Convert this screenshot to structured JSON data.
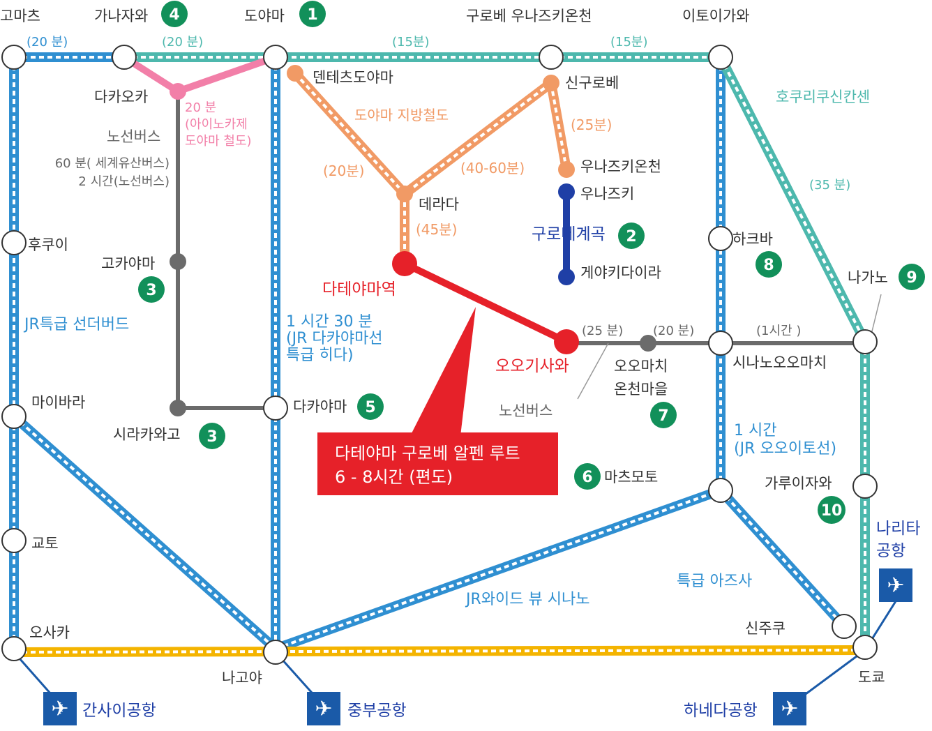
{
  "colors": {
    "jr_blue": "#2f8fd1",
    "teal": "#4db8ad",
    "pink": "#f27fa8",
    "gray": "#6b6b6b",
    "orange": "#f19a65",
    "red": "#e62129",
    "navy": "#1f3fa6",
    "gold": "#f4b400",
    "badge_green": "#12905a",
    "navy_box": "#1a5aa8"
  },
  "stations": {
    "komatsu": "고마츠",
    "kanazawa": "가나자와",
    "toyama": "도야마",
    "kurobe_unazuki_onsen": "구로베 우나즈키온천",
    "itoigawa": "이토이가와",
    "takaoka": "다카오카",
    "dentetsu_toyama": "덴테츠도야마",
    "shinkurobe": "신구로베",
    "unazuki_onsen": "우나즈키온천",
    "unazuki": "우나즈키",
    "kurobe_gorge": "구로베계곡",
    "keyakidaira": "게야키다이라",
    "terada": "데라다",
    "tateyama_st": "다테야마역",
    "fukui": "후쿠이",
    "gokayama": "고카야마",
    "hakuba": "하크바",
    "nagano": "나가노",
    "omachi_onsen_line1": "오오마치",
    "omachi_onsen_line2": "온천마을",
    "shinano_omachi": "시나노오오마치",
    "ogizawa": "오오기사와",
    "maibara": "마이바라",
    "shirakawago": "시라카와고",
    "takayama": "다카야마",
    "matsumoto": "마츠모토",
    "karuizawa": "가루이자와",
    "kyoto": "교토",
    "osaka": "오사카",
    "nagoya": "나고야",
    "shinjuku": "신주쿠",
    "tokyo": "도쿄"
  },
  "lines": {
    "toyama_chiho": "도야마 지방철도",
    "hokuriku_shinkansen": "호쿠리쿠신칸센",
    "jr_thunderbird": "JR특급 선더버드",
    "jr_wideview_shinano": "JR와이드 뷰 시나노",
    "azusa": "특급 아즈사",
    "bus_label": "노선버스",
    "bus_route_label": "노선버스"
  },
  "times": {
    "t_komatsu_kanazawa": "(20 분)",
    "t_kanazawa_toyama": "(20 분)",
    "t_toyama_kurobe": "(15분)",
    "t_kurobe_itoigawa": "(15분)",
    "t_takaoka_line1": "20 분",
    "t_takaoka_line2": "(아이노카제",
    "t_takaoka_line3": "도야마  철도)",
    "t_bus_line1": "60 분( 세계유산버스)",
    "t_bus_line2": "2 시간(노선버스)",
    "t_shinkurobe_unazuki": "(25분)",
    "t_dentetsu_terada": "(20분)",
    "t_shinkurobe_terada": "(40-60분)",
    "t_terada_tateyama": "(45분)",
    "t_itoigawa_nagano": "(35 분)",
    "t_takayama_line1": "1 시간 30 분",
    "t_takayama_line2": "(JR 다카야마선",
    "t_takayama_line3": "특급 히다)",
    "t_ogizawa_omachi": "(25 분)",
    "t_omachi_shinano": "(20 분)",
    "t_shinano_nagano": "(1시간 )",
    "t_matsumoto_line1": "1 시간",
    "t_matsumoto_line2": "(JR 오오이토선)"
  },
  "route_box": {
    "line1": "다테야마 구로베 알펜 루트",
    "line2": "6 - 8시간  (편도)"
  },
  "badges": {
    "toyama": "1",
    "kurobe": "2",
    "gokayama": "3",
    "shirakawago": "3",
    "kanazawa": "4",
    "takayama": "5",
    "matsumoto": "6",
    "omachi": "7",
    "hakuba": "8",
    "nagano": "9",
    "karuizawa": "10"
  },
  "airports": {
    "kansai": "간사이공항",
    "chubu": "중부공항",
    "haneda": "하네다공항",
    "narita_line1": "나리타",
    "narita_line2": "공항"
  }
}
